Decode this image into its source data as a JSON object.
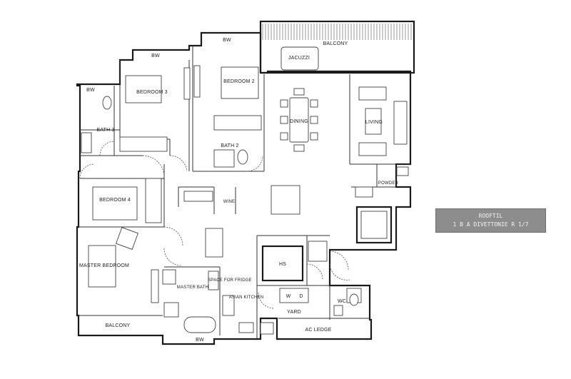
{
  "plan": {
    "rooms": {
      "balcony_top": "BALCONY",
      "jacuzzi": "JACUZZI",
      "bw_1": "BW",
      "bw_2": "BW",
      "bw_3": "BW",
      "bw_bottom": "BW",
      "bedroom_3": "BEDROOM 3",
      "bedroom_2": "BEDROOM 2",
      "bath_3": "BATH 3",
      "bath_2": "BATH 2",
      "dining": "DINING",
      "living": "LIVING",
      "bedroom_4": "BEDROOM 4",
      "powder": "POWDER",
      "master_bedroom": "MASTER BEDROOM",
      "master_bath": "MASTER BATH",
      "wine": "WINE",
      "hs": "HS",
      "space_for_fridge": "SPACE FOR FRIDGE",
      "asian_kitchen": "ASIAN KITCHEN",
      "w": "W",
      "d": "D",
      "yard": "YARD",
      "wc": "WC",
      "balcony_bottom": "BALCONY",
      "ac_ledge": "AC LEDGE"
    },
    "badge": {
      "line1": "ROOFTIL",
      "line2": "1 B A DIVETTONIE R 1/7"
    }
  }
}
